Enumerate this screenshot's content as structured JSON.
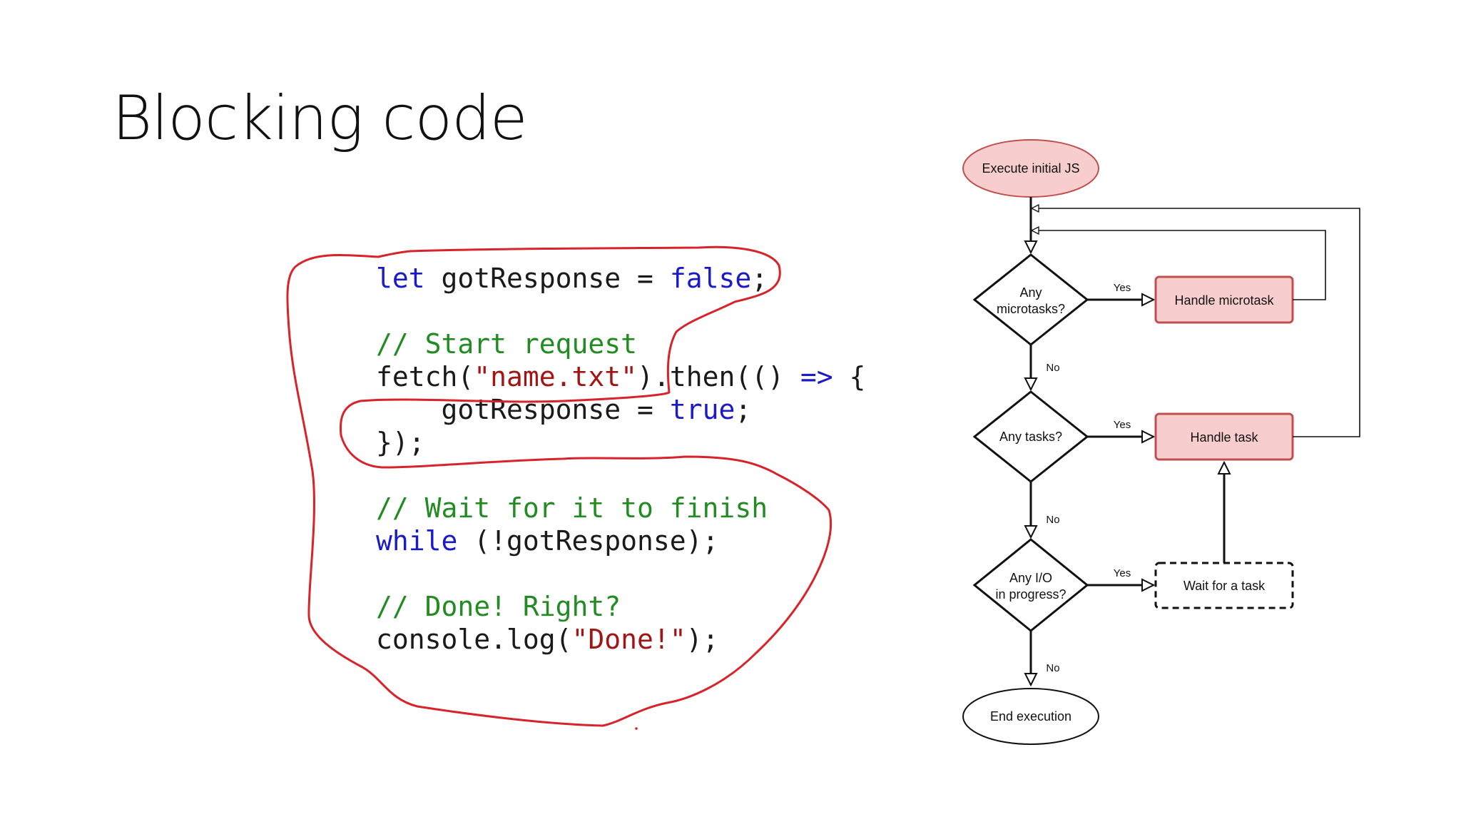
{
  "slide": {
    "title": "Blocking code"
  },
  "code": {
    "lines": [
      [
        {
          "t": "let",
          "k": "kw"
        },
        {
          "t": " gotResponse = ",
          "k": "plain"
        },
        {
          "t": "false",
          "k": "kw"
        },
        {
          "t": ";",
          "k": "plain"
        }
      ],
      [],
      [
        {
          "t": "// Start request",
          "k": "com"
        }
      ],
      [
        {
          "t": "fetch(",
          "k": "plain"
        },
        {
          "t": "\"name.txt\"",
          "k": "str"
        },
        {
          "t": ").then(() ",
          "k": "plain"
        },
        {
          "t": "=>",
          "k": "kw"
        },
        {
          "t": " {",
          "k": "plain"
        }
      ],
      [
        {
          "t": "    gotResponse = ",
          "k": "plain"
        },
        {
          "t": "true",
          "k": "kw"
        },
        {
          "t": ";",
          "k": "plain"
        }
      ],
      [
        {
          "t": "});",
          "k": "plain"
        }
      ],
      [],
      [
        {
          "t": "// Wait for it to finish",
          "k": "com"
        }
      ],
      [
        {
          "t": "while",
          "k": "kw"
        },
        {
          "t": " (!gotResponse);",
          "k": "plain"
        }
      ],
      [],
      [
        {
          "t": "// Done! Right?",
          "k": "com"
        }
      ],
      [
        {
          "t": "console.log(",
          "k": "plain"
        },
        {
          "t": "\"Done!\"",
          "k": "str"
        },
        {
          "t": ");",
          "k": "plain"
        }
      ]
    ]
  },
  "flowchart": {
    "nodes": {
      "start": {
        "label": "Execute initial JS"
      },
      "microtasks": {
        "label": [
          "Any",
          "microtasks?"
        ]
      },
      "handle_microtask": {
        "label": "Handle microtask"
      },
      "tasks": {
        "label": "Any tasks?"
      },
      "handle_task": {
        "label": "Handle task"
      },
      "io": {
        "label": [
          "Any I/O",
          "in progress?"
        ]
      },
      "wait_task": {
        "label": "Wait for a task"
      },
      "end": {
        "label": "End execution"
      }
    },
    "edges": {
      "microtasks_yes": "Yes",
      "microtasks_no": "No",
      "tasks_yes": "Yes",
      "tasks_no": "No",
      "io_yes": "Yes",
      "io_no": "No"
    }
  },
  "colors": {
    "highlight_fill": "#f8cdcd",
    "highlight_stroke": "#c0504d",
    "annotation_ink": "#d8232a",
    "keyword": "#1a1ac8",
    "string": "#a31515",
    "comment": "#228b22"
  }
}
